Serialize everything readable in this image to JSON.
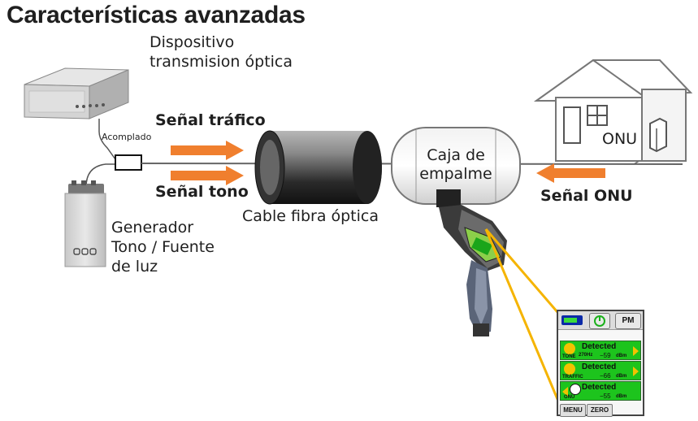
{
  "title": "Características avanzadas",
  "labels": {
    "transmitter": [
      "Dispositivo",
      "transmision óptica"
    ],
    "coupler": "Acomplado",
    "traffic_signal": "Señal tráfico",
    "tone_signal": "Señal tono",
    "fiber_cable": "Cable fibra óptica",
    "splice_box": [
      "Caja de",
      "empalme"
    ],
    "onu_device": "ONU",
    "onu_signal": "Señal ONU",
    "generator": [
      "Generador",
      "Tono / Fuente",
      "de luz"
    ]
  },
  "screen": {
    "pm_button": "PM",
    "rows": [
      {
        "status": "Detected",
        "type": "TONE",
        "freq": "270Hz",
        "value": "−59",
        "unit": "dBm"
      },
      {
        "status": "Detected",
        "type": "TRAFFIC",
        "value": "−66",
        "unit": "dBm"
      },
      {
        "status": "Detected",
        "type": "ONU",
        "value": "−55",
        "unit": "dBm"
      }
    ],
    "menu_button": "MENU",
    "zero_button": "ZERO"
  },
  "icons": [
    "battery-icon",
    "power-icon",
    "tone-icon",
    "traffic-icon",
    "onu-icon"
  ],
  "colors": {
    "arrow": "#f07f2e",
    "callout": "#f5b400",
    "row_green": "#1dc41d",
    "battery": "#0b2aa8"
  }
}
